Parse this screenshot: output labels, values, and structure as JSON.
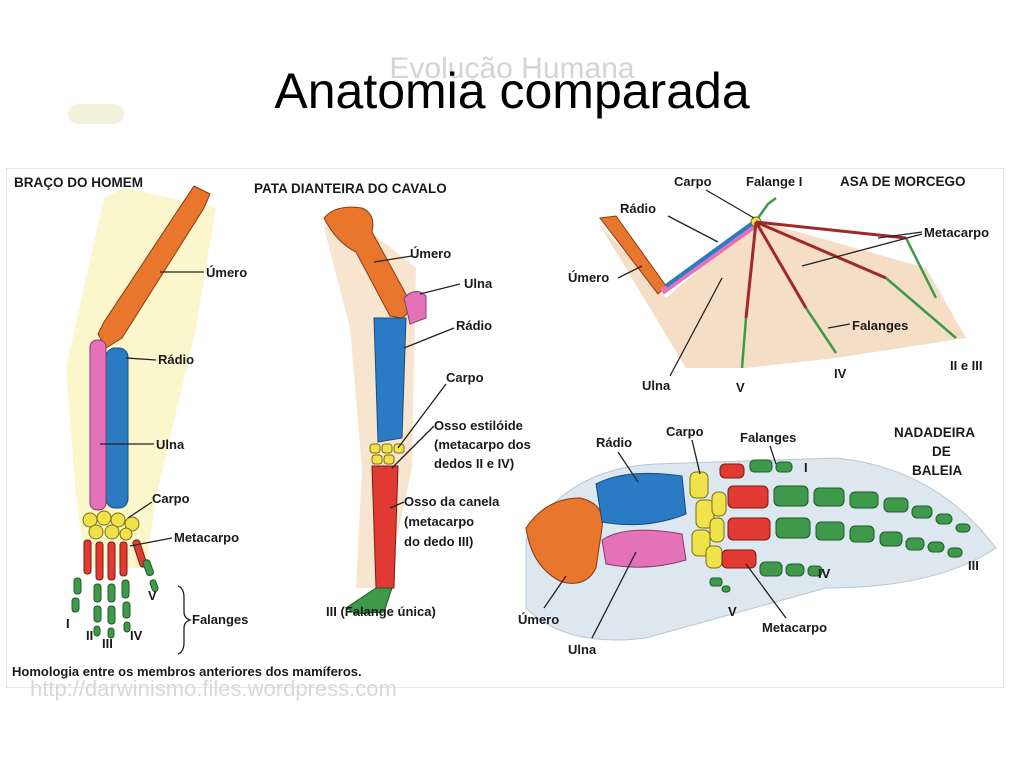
{
  "slide": {
    "watermark_top": "Evolução Humana",
    "title": "Anatomia comparada",
    "watermark_bottom": "http://darwinismo.files.wordpress.com"
  },
  "figure": {
    "human": {
      "header": "BRAÇO DO HOMEM",
      "umero": "Úmero",
      "radio": "Rádio",
      "ulna": "Ulna",
      "carpo": "Carpo",
      "metacarpo": "Metacarpo",
      "falanges": "Falanges",
      "roman_i": "I",
      "roman_ii": "II",
      "roman_iii": "III",
      "roman_iv": "IV",
      "roman_v": "V"
    },
    "horse": {
      "header": "PATA DIANTEIRA DO CAVALO",
      "umero": "Úmero",
      "ulna": "Ulna",
      "radio": "Rádio",
      "carpo": "Carpo",
      "estiloide_1": "Osso estilóide",
      "estiloide_2": "(metacarpo dos",
      "estiloide_3": "dedos II e IV)",
      "canela_1": "Osso da canela",
      "canela_2": "(metacarpo",
      "canela_3": "do dedo III)",
      "falange_unica": "III (Falange única)"
    },
    "bat": {
      "header": "ASA DE MORCEGO",
      "carpo": "Carpo",
      "falange_i": "Falange I",
      "radio": "Rádio",
      "metacarpo": "Metacarpo",
      "umero": "Úmero",
      "falanges": "Falanges",
      "ulna": "Ulna",
      "roman_v": "V",
      "roman_iv": "IV",
      "roman_ii_iii": "II e III"
    },
    "whale": {
      "header_1": "NADADEIRA",
      "header_2": "DE",
      "header_3": "BALEIA",
      "radio": "Rádio",
      "carpo": "Carpo",
      "falanges": "Falanges",
      "umero": "Úmero",
      "ulna": "Ulna",
      "metacarpo": "Metacarpo",
      "roman_i": "I",
      "roman_iv": "IV",
      "roman_iii": "III",
      "roman_v": "V"
    },
    "caption": "Homologia entre os membros anteriores dos mamíferos."
  },
  "colors": {
    "umero": "#e8762c",
    "radio": "#2b7bc4",
    "ulna": "#e472b8",
    "carpo": "#f0e24a",
    "metacarpo": "#e03a32",
    "falanges": "#3e9a4a"
  }
}
